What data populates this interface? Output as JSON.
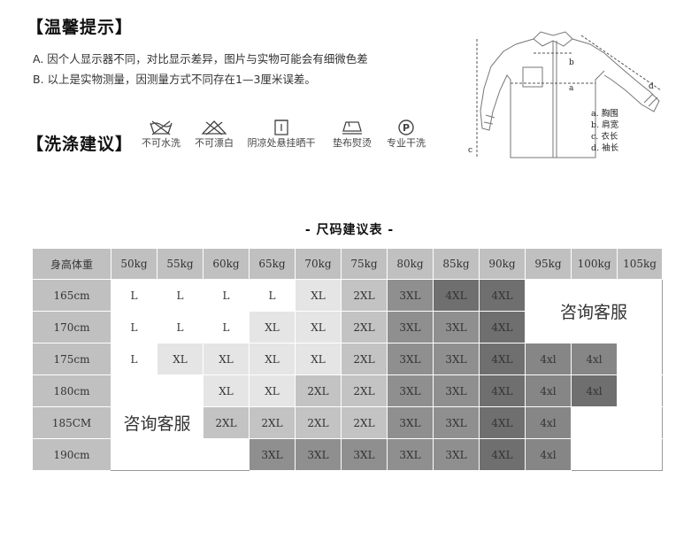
{
  "notice": {
    "title": "【温馨提示】",
    "line_a": "A. 因个人显示器不同，对比显示差异，图片与实物可能会有细微色差",
    "line_b": "B. 以上是实物测量，因测量方式不同存在1—3厘米误差。"
  },
  "washing": {
    "title": "【洗涤建议】",
    "items": [
      {
        "icon": "no-wash-icon",
        "label": "不可水洗"
      },
      {
        "icon": "no-bleach-icon",
        "label": "不可漂白"
      },
      {
        "icon": "hang-dry-shade-icon",
        "label": "阴凉处悬挂晒干"
      },
      {
        "icon": "iron-with-cloth-icon",
        "label": "垫布熨烫"
      },
      {
        "icon": "professional-dry-clean-icon",
        "label": "专业干洗"
      }
    ]
  },
  "shirt_diagram": {
    "points": [
      "a",
      "b",
      "c",
      "d"
    ],
    "legend": [
      "a. 胸围",
      "b. 肩宽",
      "c. 衣长",
      "d. 袖长"
    ]
  },
  "chart": {
    "title": "- 尺码建议表 -",
    "corner": "身高体重",
    "weights": [
      "50kg",
      "55kg",
      "60kg",
      "65kg",
      "70kg",
      "75kg",
      "80kg",
      "85kg",
      "90kg",
      "95kg",
      "100kg",
      "105kg"
    ],
    "rows": [
      {
        "height": "165cm",
        "cells": [
          "L",
          "L",
          "L",
          "L",
          "XL",
          "2XL",
          "3XL",
          "4XL",
          "4XL"
        ]
      },
      {
        "height": "170cm",
        "cells": [
          "L",
          "L",
          "L",
          "XL",
          "XL",
          "2XL",
          "3XL",
          "3XL",
          "4XL"
        ]
      },
      {
        "height": "175cm",
        "cells": [
          "L",
          "XL",
          "XL",
          "XL",
          "XL",
          "2XL",
          "3XL",
          "3XL",
          "4XL",
          "4xl",
          "4xl"
        ]
      },
      {
        "height": "180cm",
        "cells": [
          "XL",
          "XL",
          "2XL",
          "2XL",
          "3XL",
          "3XL",
          "4XL",
          "4xl",
          "4xl"
        ]
      },
      {
        "height": "185CM",
        "cells": [
          "2XL",
          "2XL",
          "2XL",
          "2XL",
          "3XL",
          "3XL",
          "4XL",
          "4xl"
        ]
      },
      {
        "height": "190cm",
        "cells": [
          "3XL",
          "3XL",
          "3XL",
          "3XL",
          "3XL",
          "4XL",
          "4xl"
        ]
      }
    ],
    "consult_right": "咨询客服",
    "consult_left": "咨询客服"
  }
}
